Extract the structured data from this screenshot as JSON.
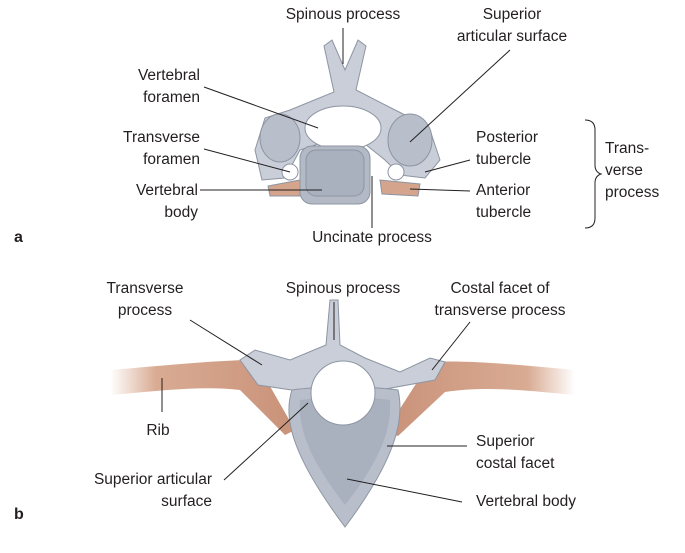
{
  "panel_a": {
    "letter": "a",
    "labels": {
      "spinous_process": "Spinous process",
      "superior_articular_surface": [
        "Superior",
        "articular surface"
      ],
      "vertebral_foramen": [
        "Vertebral",
        "foramen"
      ],
      "transverse_foramen": [
        "Transverse",
        "foramen"
      ],
      "vertebral_body": [
        "Vertebral",
        "body"
      ],
      "posterior_tubercle": [
        "Posterior",
        "tubercle"
      ],
      "anterior_tubercle": [
        "Anterior",
        "tubercle"
      ],
      "uncinate_process": "Uncinate process",
      "transverse_process": [
        "Trans-",
        "verse",
        "process"
      ]
    }
  },
  "panel_b": {
    "letter": "b",
    "labels": {
      "transverse_process": [
        "Transverse",
        "process"
      ],
      "spinous_process": "Spinous process",
      "costal_facet": [
        "Costal facet of",
        "transverse process"
      ],
      "rib": "Rib",
      "superior_costal_facet": [
        "Superior",
        "costal facet"
      ],
      "superior_articular_surface": [
        "Superior articular",
        "surface"
      ],
      "vertebral_body": "Vertebral body"
    }
  },
  "colors": {
    "bone": "#c9ced8",
    "bone_shadow": "#9aa2b0",
    "rib": "#d4a48c",
    "line": "#231f20"
  }
}
